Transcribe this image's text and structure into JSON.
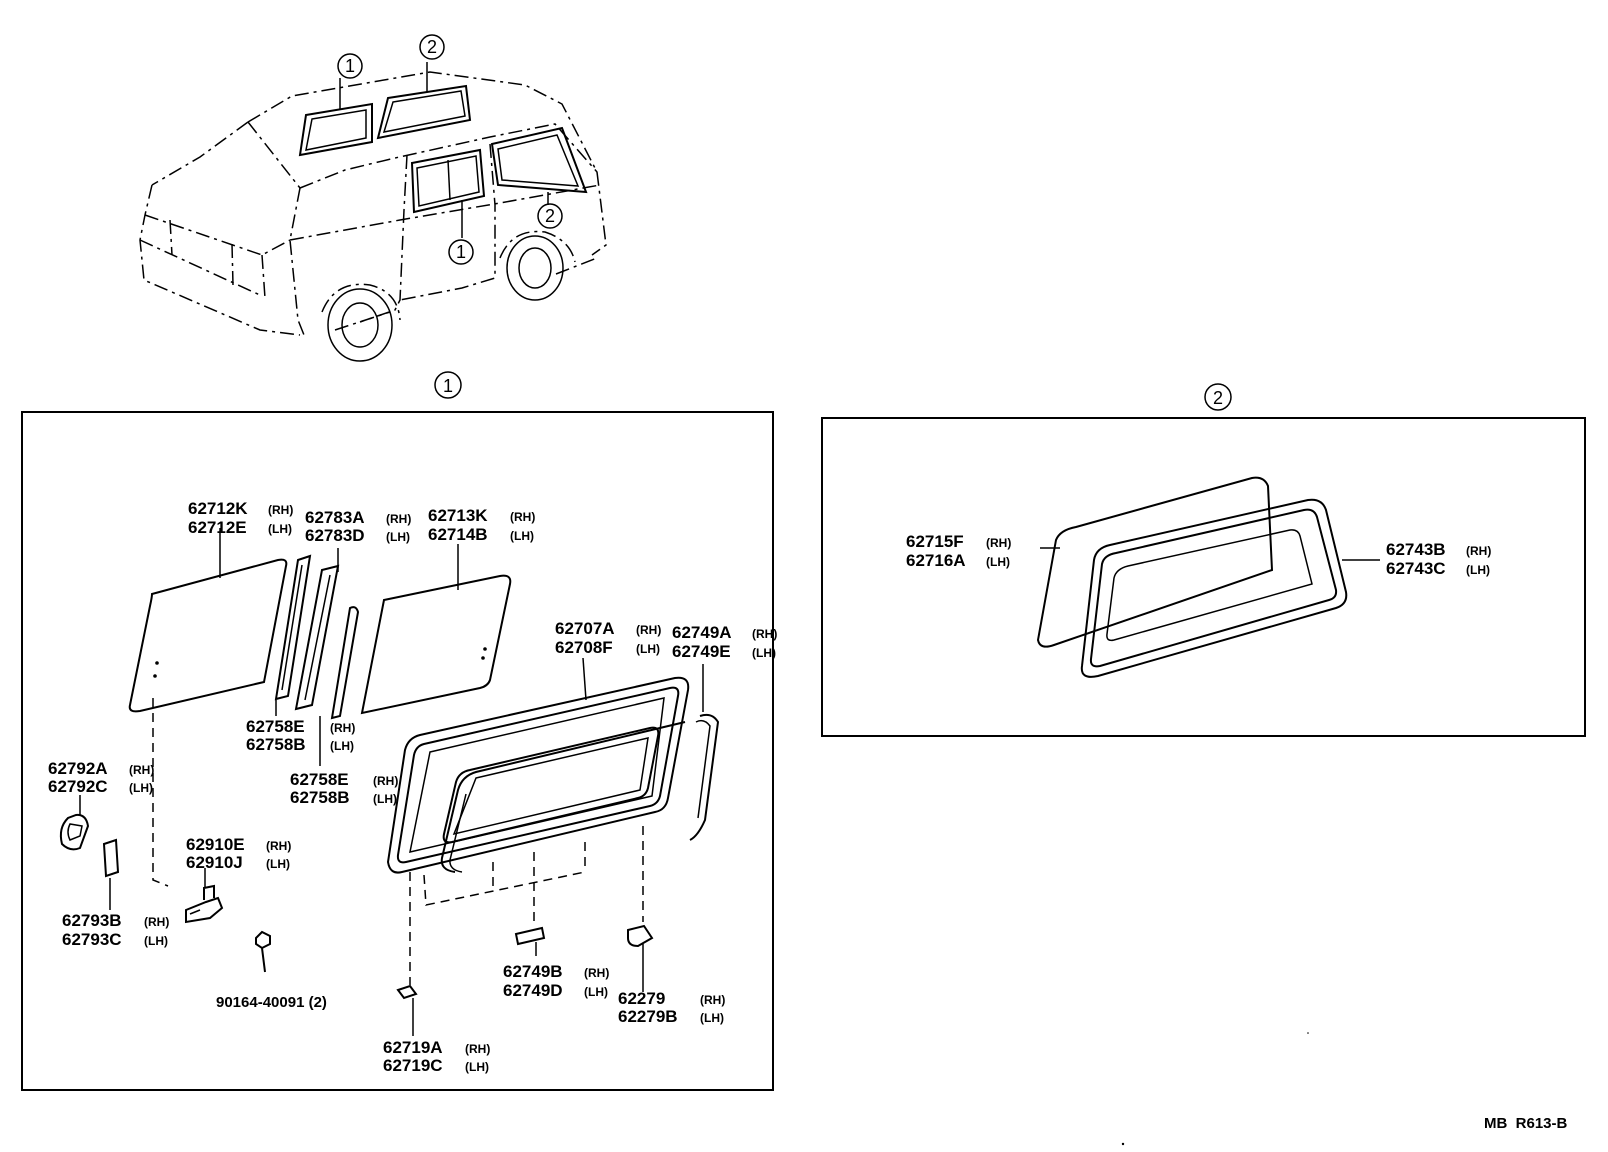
{
  "callouts": {
    "one": "①",
    "two": "②"
  },
  "section_one": {
    "title": "①",
    "parts": [
      {
        "num": "62712K",
        "side": "(RH)"
      },
      {
        "num": "62712E",
        "side": "(LH)"
      },
      {
        "num": "62783A",
        "side": "(RH)"
      },
      {
        "num": "62783D",
        "side": "(LH)"
      },
      {
        "num": "62713K",
        "side": "(RH)"
      },
      {
        "num": "62714B",
        "side": "(LH)"
      },
      {
        "num": "62707A",
        "side": "(RH)"
      },
      {
        "num": "62708F",
        "side": "(LH)"
      },
      {
        "num": "62749A",
        "side": "(RH)"
      },
      {
        "num": "62749E",
        "side": "(LH)"
      },
      {
        "num": "62758E",
        "side": "(RH)"
      },
      {
        "num": "62758B",
        "side": "(LH)"
      },
      {
        "num": "62758E",
        "side": "(RH)"
      },
      {
        "num": "62758B",
        "side": "(LH)"
      },
      {
        "num": "62792A",
        "side": "(RH)"
      },
      {
        "num": "62792C",
        "side": "(LH)"
      },
      {
        "num": "62910E",
        "side": "(RH)"
      },
      {
        "num": "62910J",
        "side": "(LH)"
      },
      {
        "num": "62793B",
        "side": "(RH)"
      },
      {
        "num": "62793C",
        "side": "(LH)"
      },
      {
        "num": "62749B",
        "side": "(RH)"
      },
      {
        "num": "62749D",
        "side": "(LH)"
      },
      {
        "num": "62279",
        "side": "(RH)"
      },
      {
        "num": "62279B",
        "side": "(LH)"
      },
      {
        "num": "62719A",
        "side": "(RH)"
      },
      {
        "num": "62719C",
        "side": "(LH)"
      }
    ],
    "bolt": "90164-40091 (2)"
  },
  "section_two": {
    "title": "②",
    "parts": [
      {
        "num": "62715F",
        "side": "(RH)"
      },
      {
        "num": "62716A",
        "side": "(LH)"
      },
      {
        "num": "62743B",
        "side": "(RH)"
      },
      {
        "num": "62743C",
        "side": "(LH)"
      }
    ]
  },
  "footer_ref": "MB  R613-B"
}
